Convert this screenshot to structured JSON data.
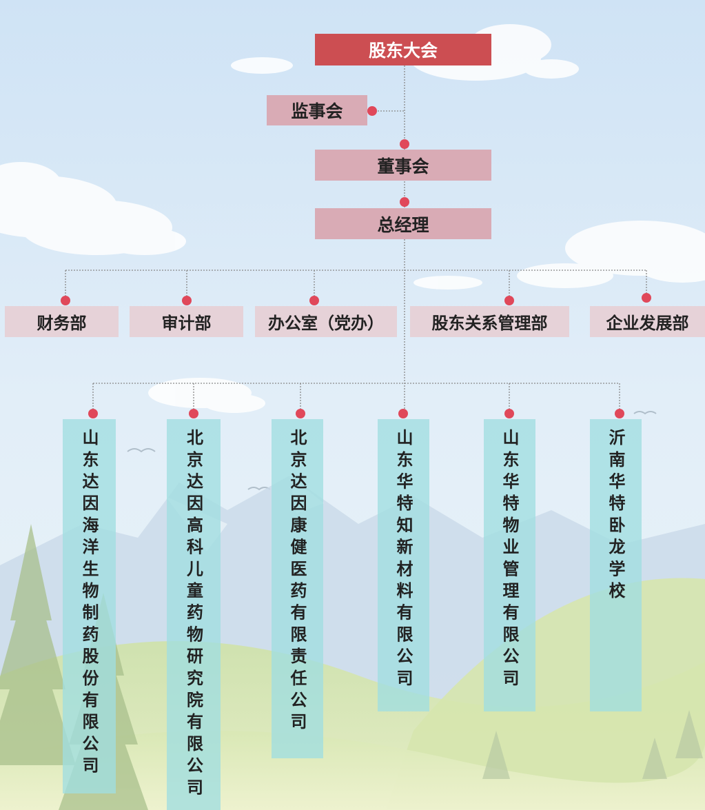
{
  "top": {
    "label": "股东大会"
  },
  "supervisory": {
    "label": "监事会"
  },
  "board": {
    "label": "董事会"
  },
  "gm": {
    "label": "总经理"
  },
  "departments": [
    {
      "label": "财务部"
    },
    {
      "label": "审计部"
    },
    {
      "label": "办公室（党办）"
    },
    {
      "label": "股东关系管理部"
    },
    {
      "label": "企业发展部"
    }
  ],
  "subsidiaries": [
    {
      "label": "山东达因海洋生物制药股份有限公司"
    },
    {
      "label": "北京达因高科儿童药物研究院有限公司"
    },
    {
      "label": "北京达因康健医药有限责任公司"
    },
    {
      "label": "山东华特知新材料有限公司"
    },
    {
      "label": "山东华特物业管理有限公司"
    },
    {
      "label": "沂南华特卧龙学校"
    }
  ],
  "colors": {
    "top_box": "#cc4e52",
    "pink_box": "#d9abb5",
    "dept_box": "#e6d2d8",
    "sub_box": "#a0dee0",
    "connector_dot": "#e0485a",
    "connector_line": "#888888"
  }
}
